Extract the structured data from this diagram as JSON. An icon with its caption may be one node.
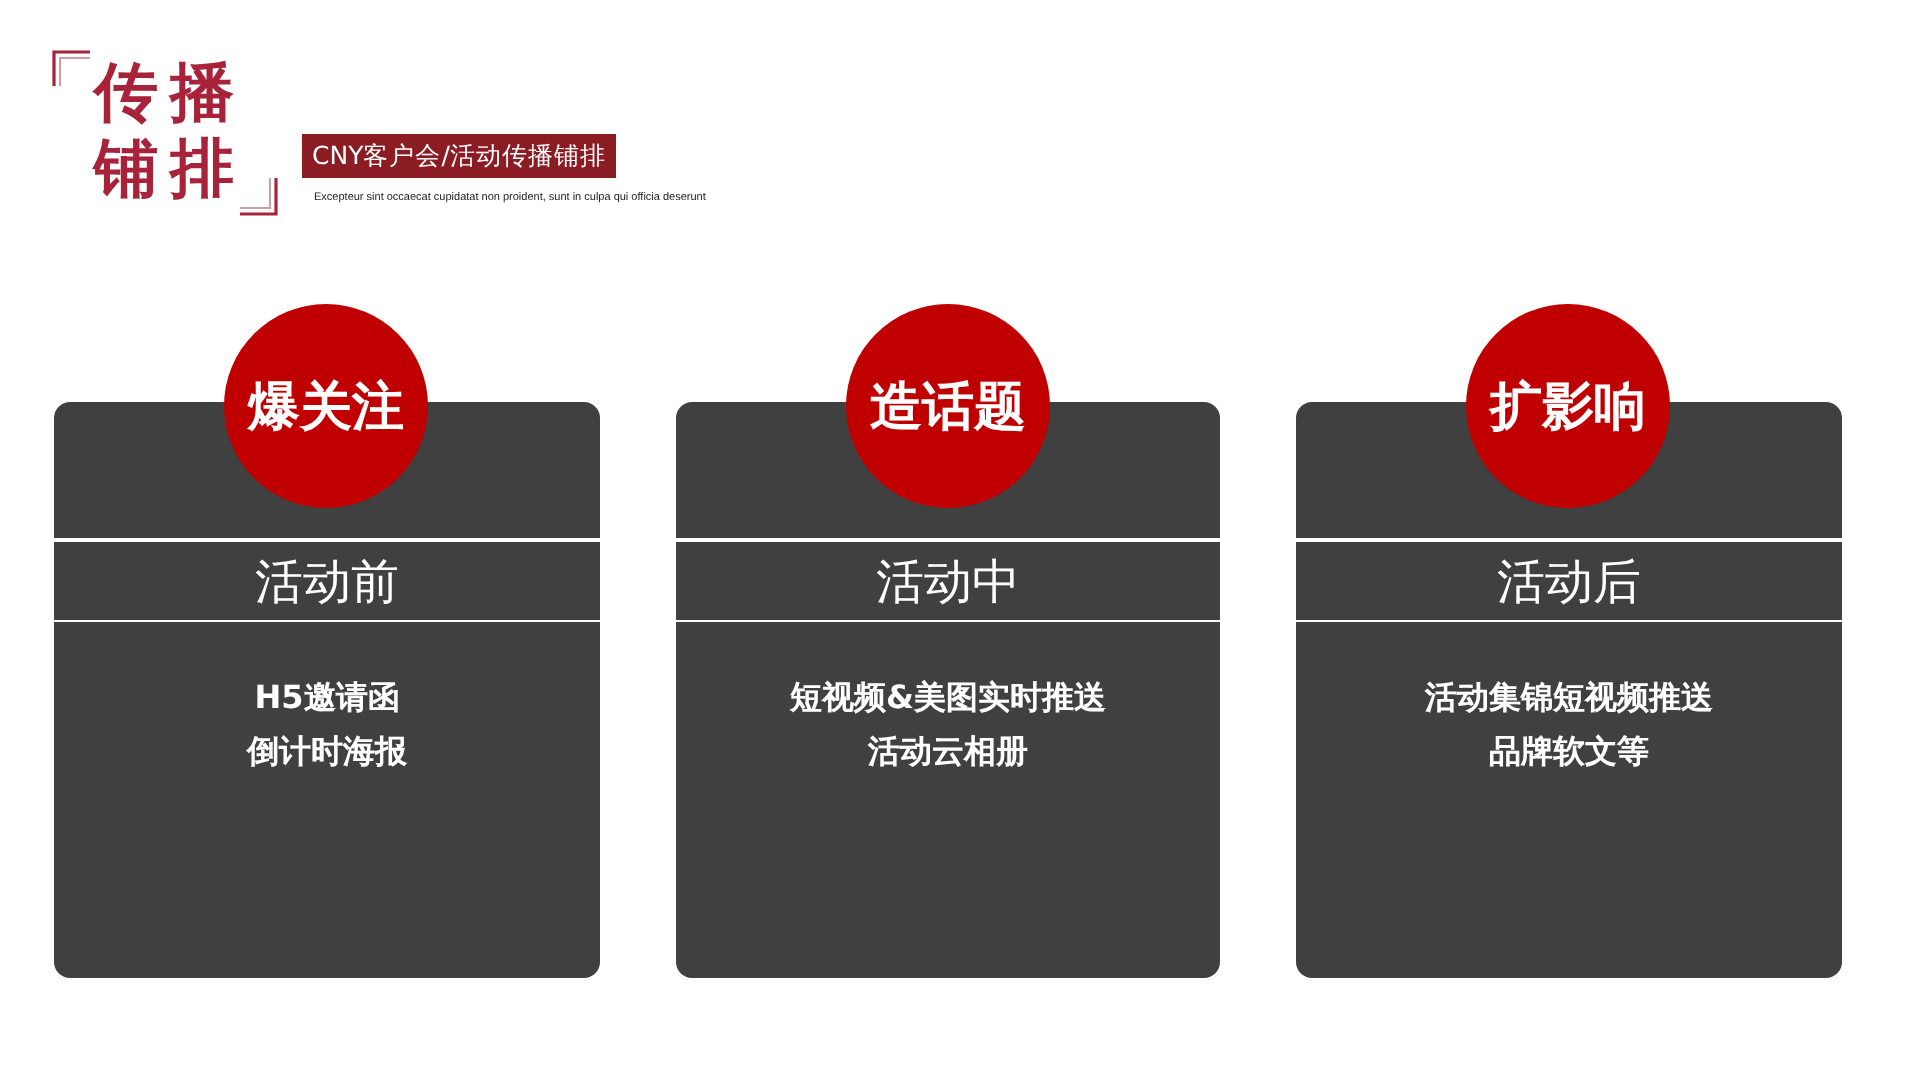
{
  "diagram": {
    "title": "传播铺排",
    "nodes": [
      {
        "text": [
          "CNY客户会/活动传播铺排"
        ]
      },
      {
        "text": [
          "爆关注"
        ]
      },
      {
        "text": [
          "活动前",
          "H5邀请函",
          "倒计时海报"
        ]
      },
      {
        "text": [
          "造话题"
        ]
      },
      {
        "text": [
          "活动中",
          "短视频&美图实时推送",
          "活动云相册"
        ]
      },
      {
        "text": [
          "扩影响"
        ]
      },
      {
        "text": [
          "活动后",
          "活动集锦短视频推送",
          "品牌软文等"
        ]
      }
    ],
    "labels": [
      "Excepteur sint occaecat cupidatat non proident, sunt in culpa qui officia deserunt"
    ]
  }
}
